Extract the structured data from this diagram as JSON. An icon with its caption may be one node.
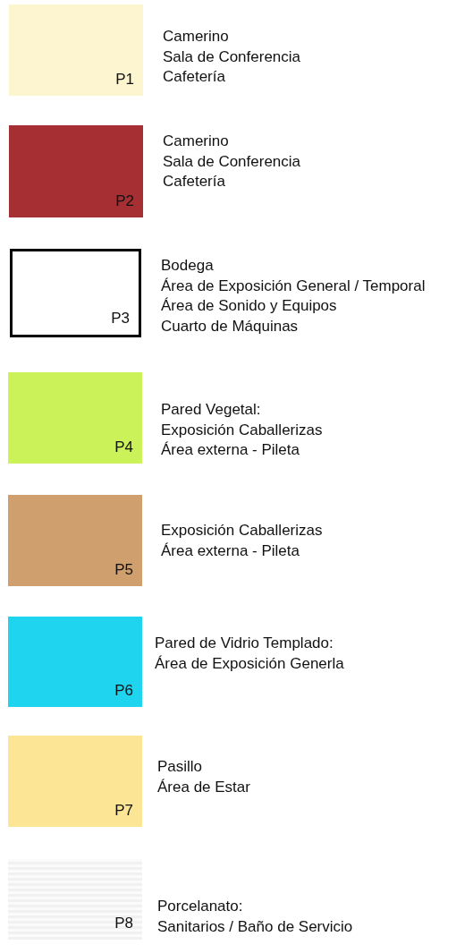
{
  "diagram": {
    "nodes": [
      {
        "text": [
          "P1"
        ],
        "beside": [
          "Camerino",
          "Sala de Conferencia",
          "Cafetería"
        ]
      },
      {
        "text": [
          "P2"
        ],
        "beside": [
          "Camerino",
          "Sala de Conferencia",
          "Cafetería"
        ]
      },
      {
        "text": [
          "P3"
        ],
        "beside": [
          "Bodega",
          "Área de Exposición General / Temporal",
          "Área de Sonido y Equipos",
          "Cuarto de Máquinas"
        ]
      },
      {
        "text": [
          "P4"
        ],
        "beside": [
          "Pared Vegetal:",
          "Exposición Caballerizas",
          "Área externa - Pileta"
        ]
      },
      {
        "text": [
          "P5"
        ],
        "beside": [
          "Exposición Caballerizas",
          "Área externa - Pileta"
        ]
      },
      {
        "text": [
          "P6"
        ],
        "beside": [
          "Pared de Vidrio Templado:",
          "Área de Exposición Generla"
        ]
      },
      {
        "text": [
          "P7"
        ],
        "beside": [
          "Pasillo",
          "Área de Estar"
        ]
      },
      {
        "text": [
          "P8"
        ],
        "beside": [
          "Porcelanato:",
          "Sanitarios / Baño de Servicio"
        ]
      }
    ]
  }
}
